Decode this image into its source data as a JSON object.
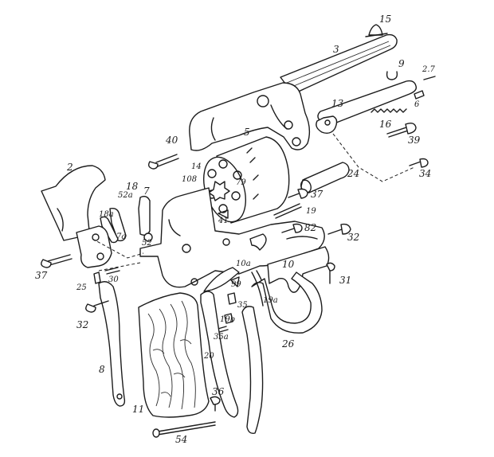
{
  "diagram": {
    "labels": {
      "p15": "15",
      "p3": "3",
      "p9": "9",
      "p27": "2.7",
      "p13": "13",
      "p6": "6",
      "p16": "16",
      "p39": "39",
      "p34": "34",
      "p40": "40",
      "p5": "5",
      "p14": "14",
      "p108": "108",
      "p79": "79",
      "p24": "24",
      "p37a": "37",
      "p2": "2",
      "p52a": "52a",
      "p18": "18",
      "p7": "7",
      "p18a": "18a",
      "p7a": "7a",
      "p41": "41",
      "p19": "19",
      "p52": "52",
      "p82": "82",
      "p32a": "32",
      "p37b": "37",
      "p25": "25",
      "p30": "30",
      "p10a": "10a",
      "p10": "10",
      "p99": "99",
      "p31": "31",
      "p35": "35",
      "p19a": "19a",
      "p32b": "32",
      "p8": "8",
      "p19b": "19b",
      "p35a": "35a",
      "p20": "20",
      "p26": "26",
      "p11": "11",
      "p36": "36",
      "p54": "54"
    }
  }
}
